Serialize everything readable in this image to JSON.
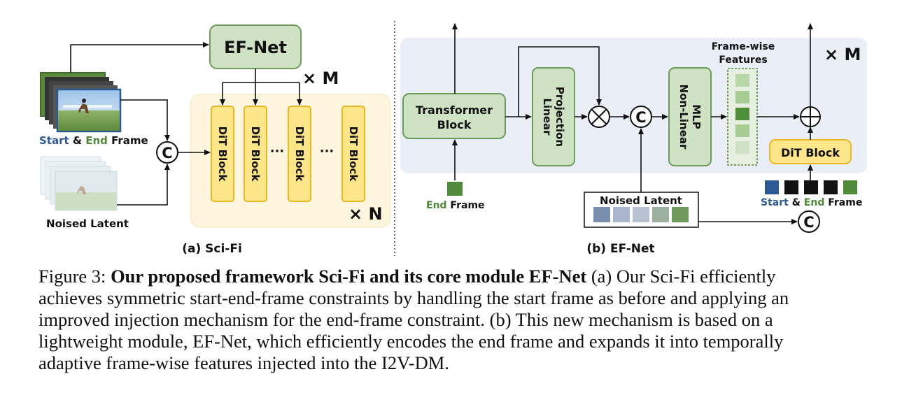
{
  "panel_a": {
    "title": "(a) Sci-Fi",
    "efnet_label": "EF-Net",
    "repeat_m": "× M",
    "repeat_n": "× N",
    "dit_block_label": "DiT Block",
    "ellipsis": "···",
    "concat_symbol": "C",
    "frames_caption": {
      "start": "Start",
      "amp": " & ",
      "end": "End",
      "frame": " Frame"
    },
    "noised_latent_label": "Noised Latent"
  },
  "panel_b": {
    "title": "(b) EF-Net",
    "transformer_label_1": "Transformer",
    "transformer_label_2": "Block",
    "linear_proj_label_1": "Linear",
    "linear_proj_label_2": "Projection",
    "nonlinear_label_1": "Non-Linear",
    "nonlinear_label_2": "MLP",
    "fw_features_1": "Frame-wise",
    "fw_features_2": "Features",
    "repeat_m": "× M",
    "dit_block_label": "DiT Block",
    "end_frame_caption": {
      "end": "End",
      "frame": " Frame"
    },
    "noised_latent_label": "Noised Latent",
    "start_end_caption": {
      "start": "Start",
      "amp": " & ",
      "end": "End",
      "frame": " Frame"
    },
    "concat_symbol": "C"
  },
  "colors": {
    "green_fill": "#cfe2c4",
    "green_stroke": "#6e9a5c",
    "dit_fill": "#fde58a",
    "dit_stroke": "#e9b824",
    "panel_a_bg": "#fdf5dd",
    "panel_b_bg": "#e9eef7",
    "start_blue": "#2e5a94",
    "end_green": "#4e8a3a"
  },
  "caption": {
    "fig_label": "Figure 3: ",
    "bold_title": "Our proposed framework Sci-Fi and its core module EF-Net",
    "line1_rest": " (a) Our Sci-Fi efficiently",
    "line2": "achieves symmetric start-end-frame constraints by handling the start frame as before and applying an",
    "line3": "improved injection mechanism for the end-frame constraint. (b) This new mechanism is based on a",
    "line4": "lightweight module, EF-Net, which efficiently encodes the end frame and expands it into temporally",
    "line5": "adaptive frame-wise features injected into the I2V-DM."
  }
}
